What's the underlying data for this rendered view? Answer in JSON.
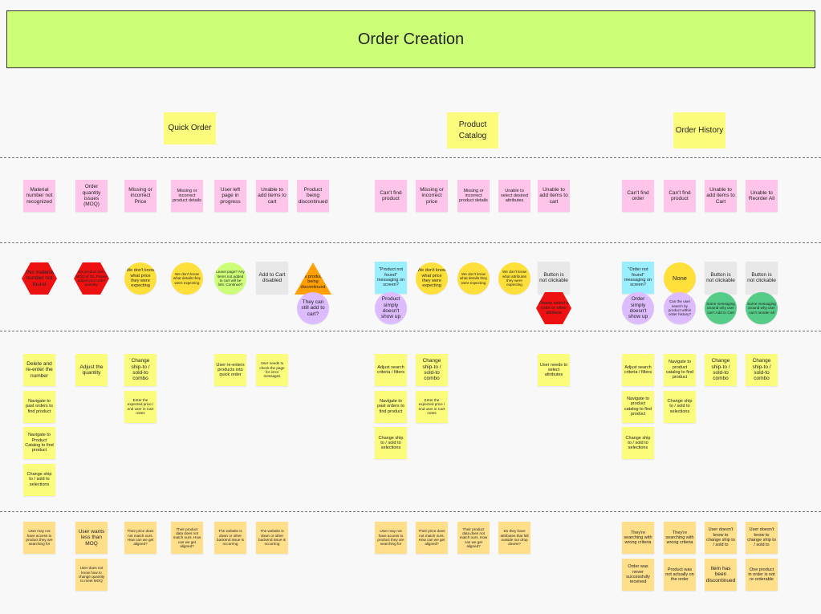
{
  "title": "Order Creation",
  "colors": {
    "banner": "#ccff77",
    "problem": "#ffc4ea",
    "action": "#fbfb7c",
    "cause": "#ffdf8a",
    "red": "#ee1111",
    "yellow": "#ffe03a",
    "lime": "#ccff77",
    "gray": "#e8e8e8",
    "orange": "#ff9f00",
    "purple": "#ddbbff",
    "cyan": "#99eeff",
    "green": "#55cc88"
  },
  "sections": [
    {
      "title": "Quick Order",
      "columns": [
        {
          "problem": "Material number not recognized",
          "signals": [
            {
              "text": "This material number not found",
              "shape": "hex",
              "color": "red"
            }
          ],
          "actions": [
            "Delete and re-enter the number",
            "Navigate to past orders to find product",
            "Navigate to Product Catalog to find product",
            "Change ship to / sold to selections"
          ],
          "causes": [
            "User may not have access to product they are searching for"
          ]
        },
        {
          "problem": "Order quantity issues (MOQ)",
          "signals": [
            {
              "text": "This product has a MOQ of 25. Please adjust your order quantity.",
              "shape": "hex",
              "color": "red"
            }
          ],
          "actions": [
            "Adjust the quantity"
          ],
          "causes": [
            "User wants less than MOQ",
            "User does not know how to change quantity to meet MOQ"
          ]
        },
        {
          "problem": "Missing or incorrect Price",
          "signals": [
            {
              "text": "We don't know what price they were expecting",
              "shape": "circle",
              "color": "yellow"
            }
          ],
          "actions": [
            "Change ship-to / sold-to combo",
            "Enter the expected price / end user in Cart notes"
          ],
          "causes": [
            "Their price does not match ours. How can we get aligned?"
          ]
        },
        {
          "problem": "Missing or incorrect product details",
          "signals": [
            {
              "text": "We don't know what details they were expecting",
              "shape": "circle",
              "color": "yellow"
            }
          ],
          "actions": [],
          "causes": [
            "Their product data does not match ours. How can we get aligned?"
          ]
        },
        {
          "problem": "User left page in progress",
          "signals": [
            {
              "text": "Leave page? Any items not added to cart will be lost. Continue?",
              "shape": "circle",
              "color": "lime"
            }
          ],
          "actions": [
            "User re-enters products into quick order"
          ],
          "causes": [
            "The website is down or other backend issue is occurring"
          ]
        },
        {
          "problem": "Unable to add items to cart",
          "signals": [
            {
              "text": "Add to Cart disabled",
              "shape": "square",
              "color": "gray"
            }
          ],
          "actions": [
            "User needs to check the page for error messages"
          ],
          "causes": [
            "The website is down or other backend issue is occurring"
          ]
        },
        {
          "problem": "Product being discontinued",
          "signals": [
            {
              "text": "This product is being discontinued",
              "shape": "tri",
              "color": "orange"
            },
            {
              "text": "They can still add to cart?",
              "shape": "circle",
              "color": "purple"
            }
          ],
          "actions": [],
          "causes": []
        }
      ]
    },
    {
      "title": "Product Catalog",
      "columns": [
        {
          "problem": "Can't find product",
          "signals": [
            {
              "text": "\"Product not found\" messaging on screen?",
              "shape": "square",
              "color": "cyan"
            },
            {
              "text": "Product simply doesn't show up",
              "shape": "circle",
              "color": "purple"
            }
          ],
          "actions": [
            "Adjust search criteria / filters",
            "Navigate to past orders to find product",
            "Change ship to / sold to selections"
          ],
          "causes": [
            "User may not have access to product they are searching for"
          ]
        },
        {
          "problem": "Missing or incorrect price",
          "signals": [
            {
              "text": "We don't know what price they were expecting",
              "shape": "circle",
              "color": "yellow"
            }
          ],
          "actions": [
            "Change ship-to / sold-to combo",
            "Enter the expected price / end user in Cart notes"
          ],
          "causes": [
            "Their price does not match ours. How can we get aligned?"
          ]
        },
        {
          "problem": "Missing or incorrect product details",
          "signals": [
            {
              "text": "We don't know what details they were expecting",
              "shape": "circle",
              "color": "yellow"
            }
          ],
          "actions": [],
          "causes": [
            "Their product data does not match ours. How can we get aligned?"
          ]
        },
        {
          "problem": "Unable to select desired attributes",
          "signals": [
            {
              "text": "We don't know what attributes they were expecting",
              "shape": "circle",
              "color": "yellow"
            }
          ],
          "actions": [],
          "causes": [
            "Do they have attributes that fall outside our drop downs?"
          ]
        },
        {
          "problem": "Unable to add items to cart",
          "signals": [
            {
              "text": "Button is not clickable",
              "shape": "square",
              "color": "gray"
            },
            {
              "text": "Please select a color or other attribute",
              "shape": "hex",
              "color": "red"
            }
          ],
          "actions": [
            "User needs to select attributes"
          ],
          "causes": []
        }
      ]
    },
    {
      "title": "Order History",
      "columns": [
        {
          "problem": "Can't find order",
          "signals": [
            {
              "text": "\"Order not found\" messaging on screen?",
              "shape": "square",
              "color": "cyan"
            },
            {
              "text": "Order simply doesn't show up",
              "shape": "circle",
              "color": "purple"
            }
          ],
          "actions": [
            "Adjust search criteria / filters",
            "Navigate to product catalog to find product",
            "Change ship to / sold to selections"
          ],
          "causes": [
            "They're searching with wrong criteria",
            "Order was never successfully received"
          ]
        },
        {
          "problem": "Can't find product",
          "signals": [
            {
              "text": "None",
              "shape": "circle",
              "color": "yellow"
            },
            {
              "text": "Can the user search by product within order history?",
              "shape": "circle",
              "color": "purple"
            }
          ],
          "actions": [
            "Navigate to product catalog to find product",
            "Change ship to / sold to selections"
          ],
          "causes": [
            "They're searching with wrong criteria",
            "Product was not actually on the order"
          ]
        },
        {
          "problem": "Unable to add items to Cart",
          "signals": [
            {
              "text": "Button is not clickable",
              "shape": "square",
              "color": "gray"
            },
            {
              "text": "Some messaging around why user can't Add to Cart",
              "shape": "circle",
              "color": "green"
            }
          ],
          "actions": [
            "Change ship-to / sold-to combo"
          ],
          "causes": [
            "User doesn't know to change ship to / sold to",
            "Item has been discontinued"
          ]
        },
        {
          "problem": "Unable to Reorder All",
          "signals": [
            {
              "text": "Button is not clickable",
              "shape": "square",
              "color": "gray"
            },
            {
              "text": "Some messaging around why user can't reorder all",
              "shape": "circle",
              "color": "green"
            }
          ],
          "actions": [
            "Change ship-to / sold-to combo"
          ],
          "causes": [
            "User doesn't know to change ship to / sold to",
            "One product in order is not re-orderable"
          ]
        }
      ]
    }
  ]
}
